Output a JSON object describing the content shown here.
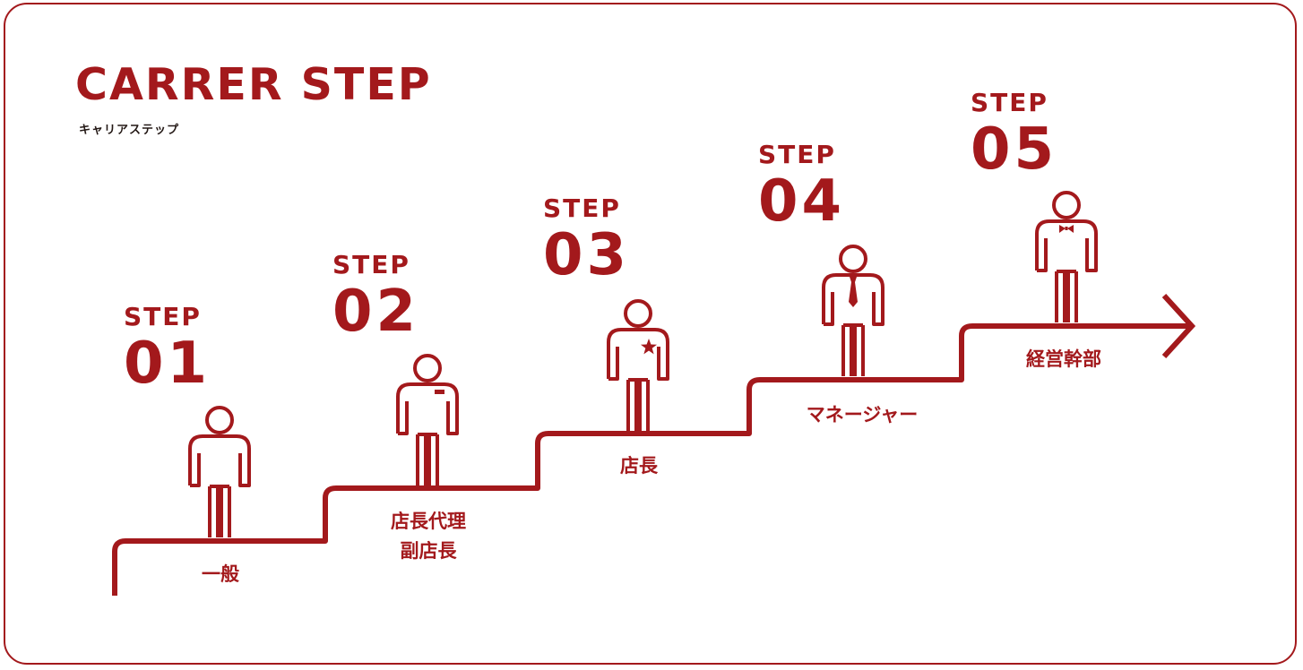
{
  "title": "CARRER STEP",
  "subtitle": "キャリアステップ",
  "accent_color": "#a3191c",
  "steps": [
    {
      "word": "STEP",
      "number": "01",
      "role": "一般",
      "figure": "plain-person-icon"
    },
    {
      "word": "STEP",
      "number": "02",
      "role_lines": [
        "店長代理",
        "副店長"
      ],
      "figure": "name-badge-person-icon"
    },
    {
      "word": "STEP",
      "number": "03",
      "role": "店長",
      "figure": "star-badge-person-icon"
    },
    {
      "word": "STEP",
      "number": "04",
      "role": "マネージャー",
      "figure": "necktie-person-icon"
    },
    {
      "word": "STEP",
      "number": "05",
      "role": "経営幹部",
      "figure": "bowtie-person-icon"
    }
  ]
}
